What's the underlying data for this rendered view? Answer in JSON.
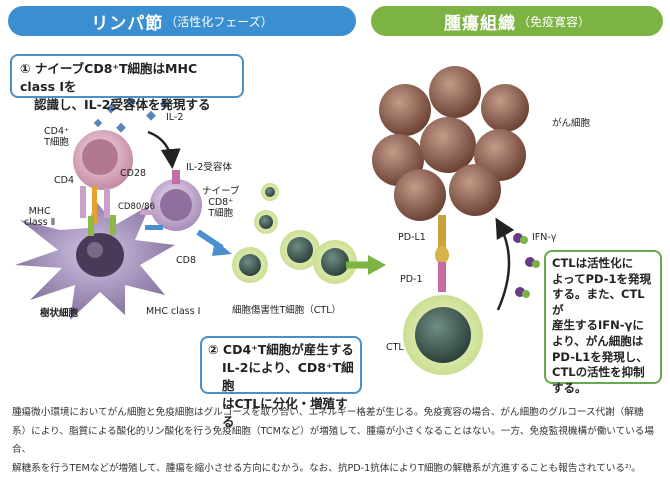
{
  "header_left": {
    "main": "リンパ節",
    "sub": "（活性化フェーズ）",
    "color": "#3a8fd1"
  },
  "header_right": {
    "main": "腫瘍組織",
    "sub": "（免疫寛容）",
    "color": "#7cb342"
  },
  "box1": {
    "line1": "① ナイーブCD8⁺T細胞はMHC class Ⅰを",
    "line2": "認識し、IL-2受容体を発現する"
  },
  "box2": {
    "line1": "② CD4⁺T細胞が産生する",
    "line2": "IL-2により、CD8⁺T細胞",
    "line3": "はCTLに分化・増殖する"
  },
  "box3": {
    "line1": "CTLは活性化に",
    "line2": "よってPD-1を発現",
    "line3": "する。また、CTLが",
    "line4": "産生するIFN-γに",
    "line5": "より、がん細胞は",
    "line6": "PD-L1を発現し、",
    "line7": "CTLの活性を抑制",
    "line8": "する。"
  },
  "labels": {
    "cd4_tcell_1": "CD4⁺",
    "cd4_tcell_2": "T細胞",
    "il2": "IL-2",
    "il2_receptor": "IL-2受容体",
    "cd4": "CD4",
    "cd28": "CD28",
    "cd80_86": "CD80/86",
    "mhc2_1": "MHC",
    "mhc2_2": "class Ⅱ",
    "naive_1": "ナイーブ",
    "naive_2": "CD8⁺",
    "naive_3": "T細胞",
    "cd8": "CD8",
    "mhc1": "MHC class Ⅰ",
    "dendritic": "樹状細胞",
    "ctl_full": "細胞傷害性T細胞（CTL）",
    "cancer": "がん細胞",
    "pdl1": "PD-L1",
    "pd1": "PD-1",
    "ifn": "IFN-γ",
    "ctl": "CTL"
  },
  "footer": {
    "line1": "腫瘍微小環境においてがん細胞と免疫細胞はグルコースを取り合い、エネルギー格差が生じる。免疫寛容の場合、がん細胞のグルコース代謝（解糖",
    "line2": "系）により、脂質による酸化的リン酸化を行う免疫細胞（TCMなど）が増殖して、腫瘍が小さくなることはない。一方、免疫監視機構が働いている場合、",
    "line3": "解糖系を行うTEMなどが増殖して、腫瘍を縮小させる方向にむかう。なお、抗PD-1抗体によりT細胞の解糖系が亢進することも報告されている²⁾。"
  },
  "colors": {
    "blue": "#3a8fd1",
    "green": "#7cb342",
    "box_blue": "#4a90c8",
    "box_green": "#6aa84f"
  }
}
